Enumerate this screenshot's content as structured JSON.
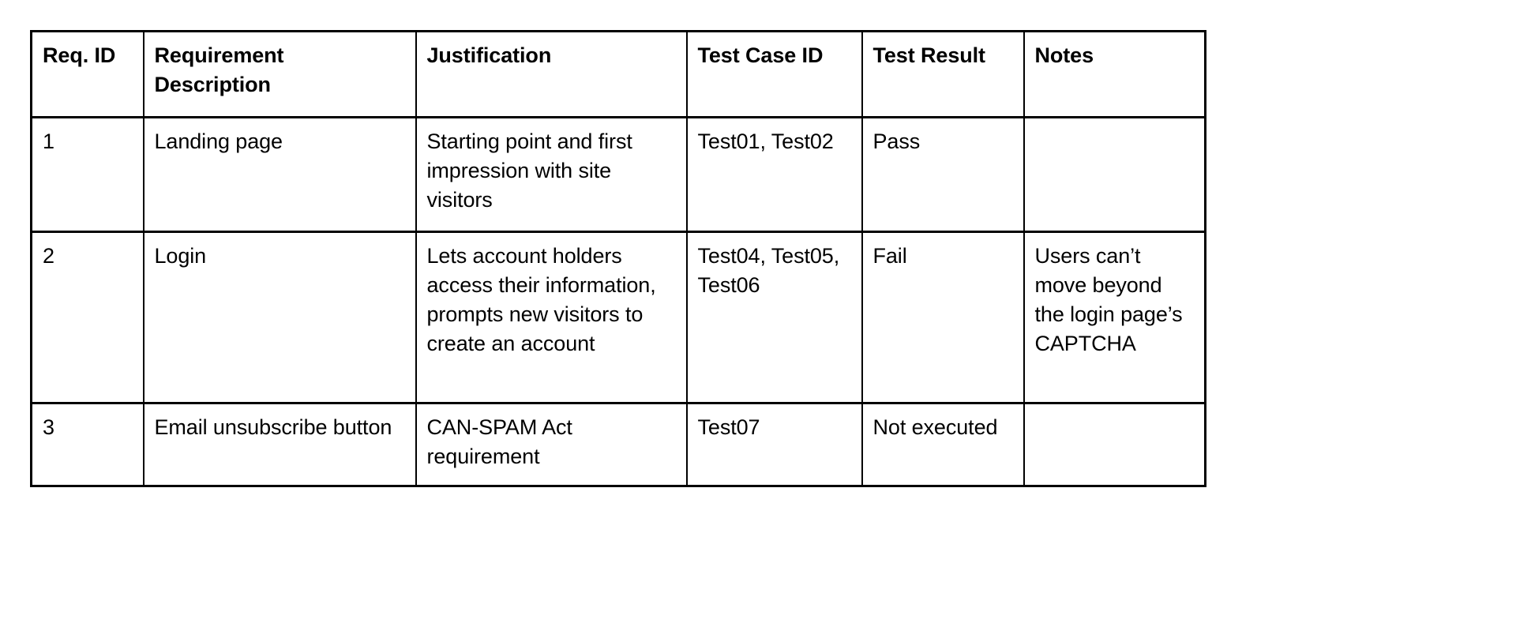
{
  "table": {
    "name": "requirements-traceability-matrix",
    "columns": [
      {
        "key": "req_id",
        "label": "Req. ID"
      },
      {
        "key": "desc",
        "label": "Requirement Description"
      },
      {
        "key": "just",
        "label": "Justification"
      },
      {
        "key": "tc_id",
        "label": "Test Case ID"
      },
      {
        "key": "result",
        "label": "Test Result"
      },
      {
        "key": "notes",
        "label": "Notes"
      }
    ],
    "rows": [
      {
        "req_id": "1",
        "desc": "Landing page",
        "just": "Starting point and first impression with site visitors",
        "tc_id": "Test01, Test02",
        "result": "Pass",
        "notes": ""
      },
      {
        "req_id": "2",
        "desc": "Login",
        "just": "Lets account holders access their information, prompts new visitors to create an account",
        "tc_id": "Test04, Test05, Test06",
        "result": "Fail",
        "notes": "Users can’t move beyond the login page’s CAPTCHA"
      },
      {
        "req_id": "3",
        "desc": "Email unsubscribe button",
        "just": "CAN-SPAM Act requirement",
        "tc_id": "Test07",
        "result": "Not executed",
        "notes": ""
      }
    ]
  },
  "colors": {
    "border": "#000000",
    "background": "#ffffff",
    "text": "#000000"
  }
}
